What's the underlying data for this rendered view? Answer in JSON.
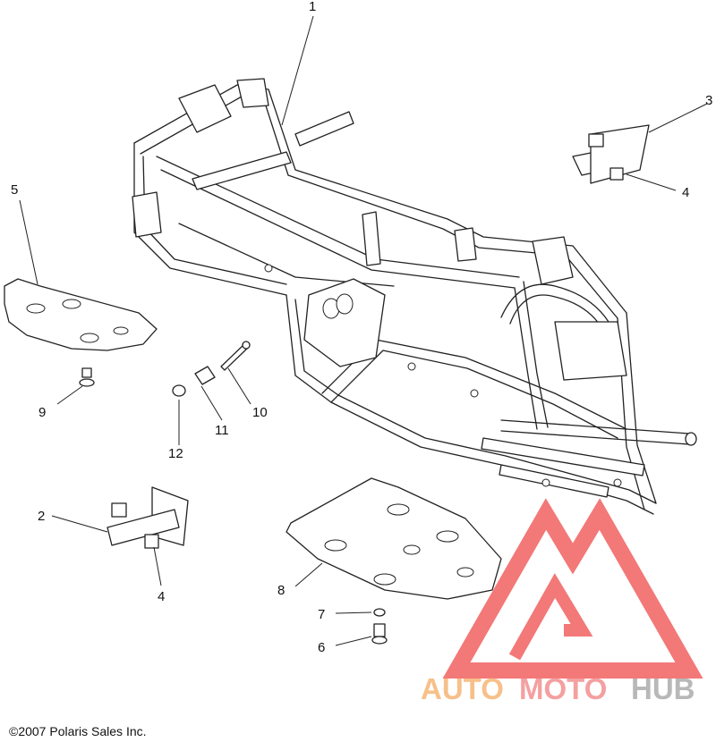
{
  "callouts": [
    {
      "id": "1",
      "label": "1"
    },
    {
      "id": "2",
      "label": "2"
    },
    {
      "id": "3",
      "label": "3"
    },
    {
      "id": "4a",
      "label": "4"
    },
    {
      "id": "4b",
      "label": "4"
    },
    {
      "id": "5",
      "label": "5"
    },
    {
      "id": "6",
      "label": "6"
    },
    {
      "id": "7",
      "label": "7"
    },
    {
      "id": "8",
      "label": "8"
    },
    {
      "id": "9",
      "label": "9"
    },
    {
      "id": "10",
      "label": "10"
    },
    {
      "id": "11",
      "label": "11"
    },
    {
      "id": "12",
      "label": "12"
    }
  ],
  "copyright": "©2007 Polaris Sales Inc.",
  "watermark": {
    "text": "AUTOMOTOHUB",
    "part_auto": "AUTO",
    "part_moto": "MOTO",
    "part_hub": "HUB",
    "colors": {
      "auto": "#f7c08a",
      "moto": "#f4a0a0",
      "hub": "#b8b8b8",
      "logo": "#f26a6a"
    }
  }
}
